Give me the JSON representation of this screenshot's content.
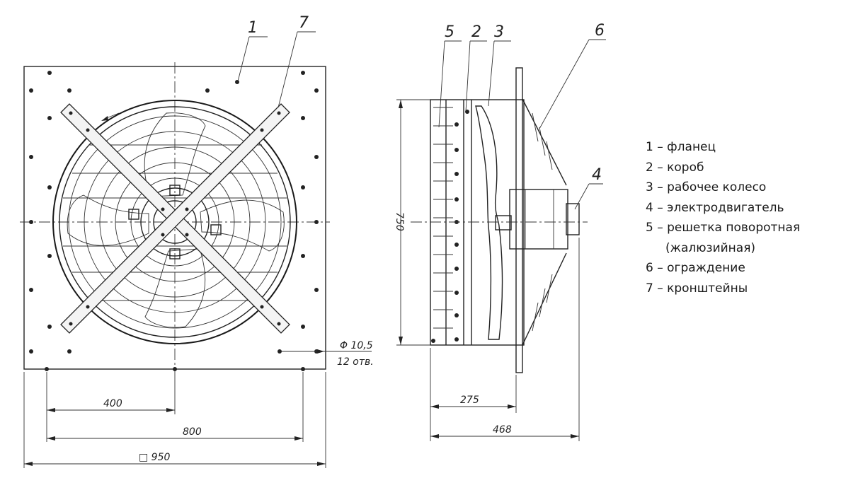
{
  "callouts": {
    "front_flange": "1",
    "front_brackets": "7",
    "side_grille": "5",
    "side_box": "2",
    "side_impeller": "3",
    "side_guard": "6",
    "side_motor": "4"
  },
  "dimensions": {
    "hole_diameter": "Φ 10,5",
    "hole_count": "12 отв.",
    "width_400": "400",
    "width_800": "800",
    "width_950": "□ 950",
    "height_750": "750",
    "depth_275": "275",
    "depth_468": "468"
  },
  "legend": [
    {
      "text": "1 – фланец"
    },
    {
      "text": "2 – короб"
    },
    {
      "text": "3 – рабочее колесо"
    },
    {
      "text": "4 – электродвигатель"
    },
    {
      "text": "5 – решетка поворотная",
      "continuation": "(жалюзийная)"
    },
    {
      "text": "6 – ограждение"
    },
    {
      "text": "7 – кронштейны"
    }
  ]
}
